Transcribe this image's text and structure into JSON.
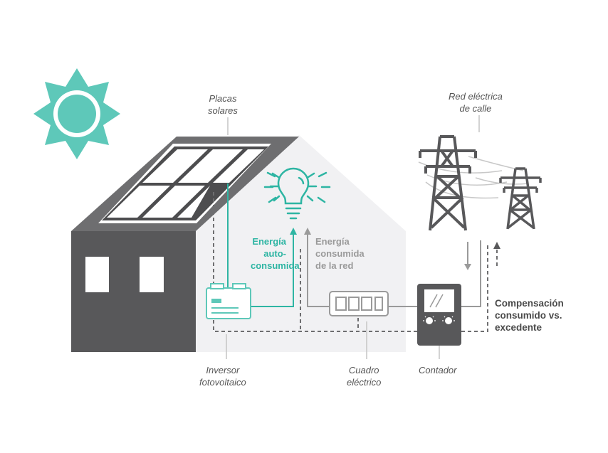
{
  "labels": {
    "solar_panels": [
      "Placas",
      "solares"
    ],
    "grid": [
      "Red eléctrica",
      "de calle"
    ],
    "self_consumed": [
      "Energía",
      "auto-",
      "consumida"
    ],
    "grid_consumed": [
      "Energía",
      "consumida",
      "de la red"
    ],
    "compensation": [
      "Compensación",
      "consumido vs.",
      "excedente"
    ],
    "inverter": [
      "Inversor",
      "fotovoltaico"
    ],
    "panel_board": [
      "Cuadro",
      "eléctrico"
    ],
    "meter": [
      "Contador"
    ]
  },
  "icons": {
    "sun": "sun-icon",
    "bulb": "lightbulb-icon",
    "tower_large": "power-tower-icon",
    "tower_small": "power-tower-small-icon",
    "inverter": "inverter-icon",
    "panel_board": "electrical-panel-icon",
    "meter": "meter-icon"
  },
  "colors": {
    "teal": "#5ec8b9",
    "teal_dark": "#2eb5a3",
    "house_dark": "#58585a",
    "roof": "#6e6e70",
    "wall_light": "#f1f1f3",
    "line_grey": "#9a9a9a"
  }
}
